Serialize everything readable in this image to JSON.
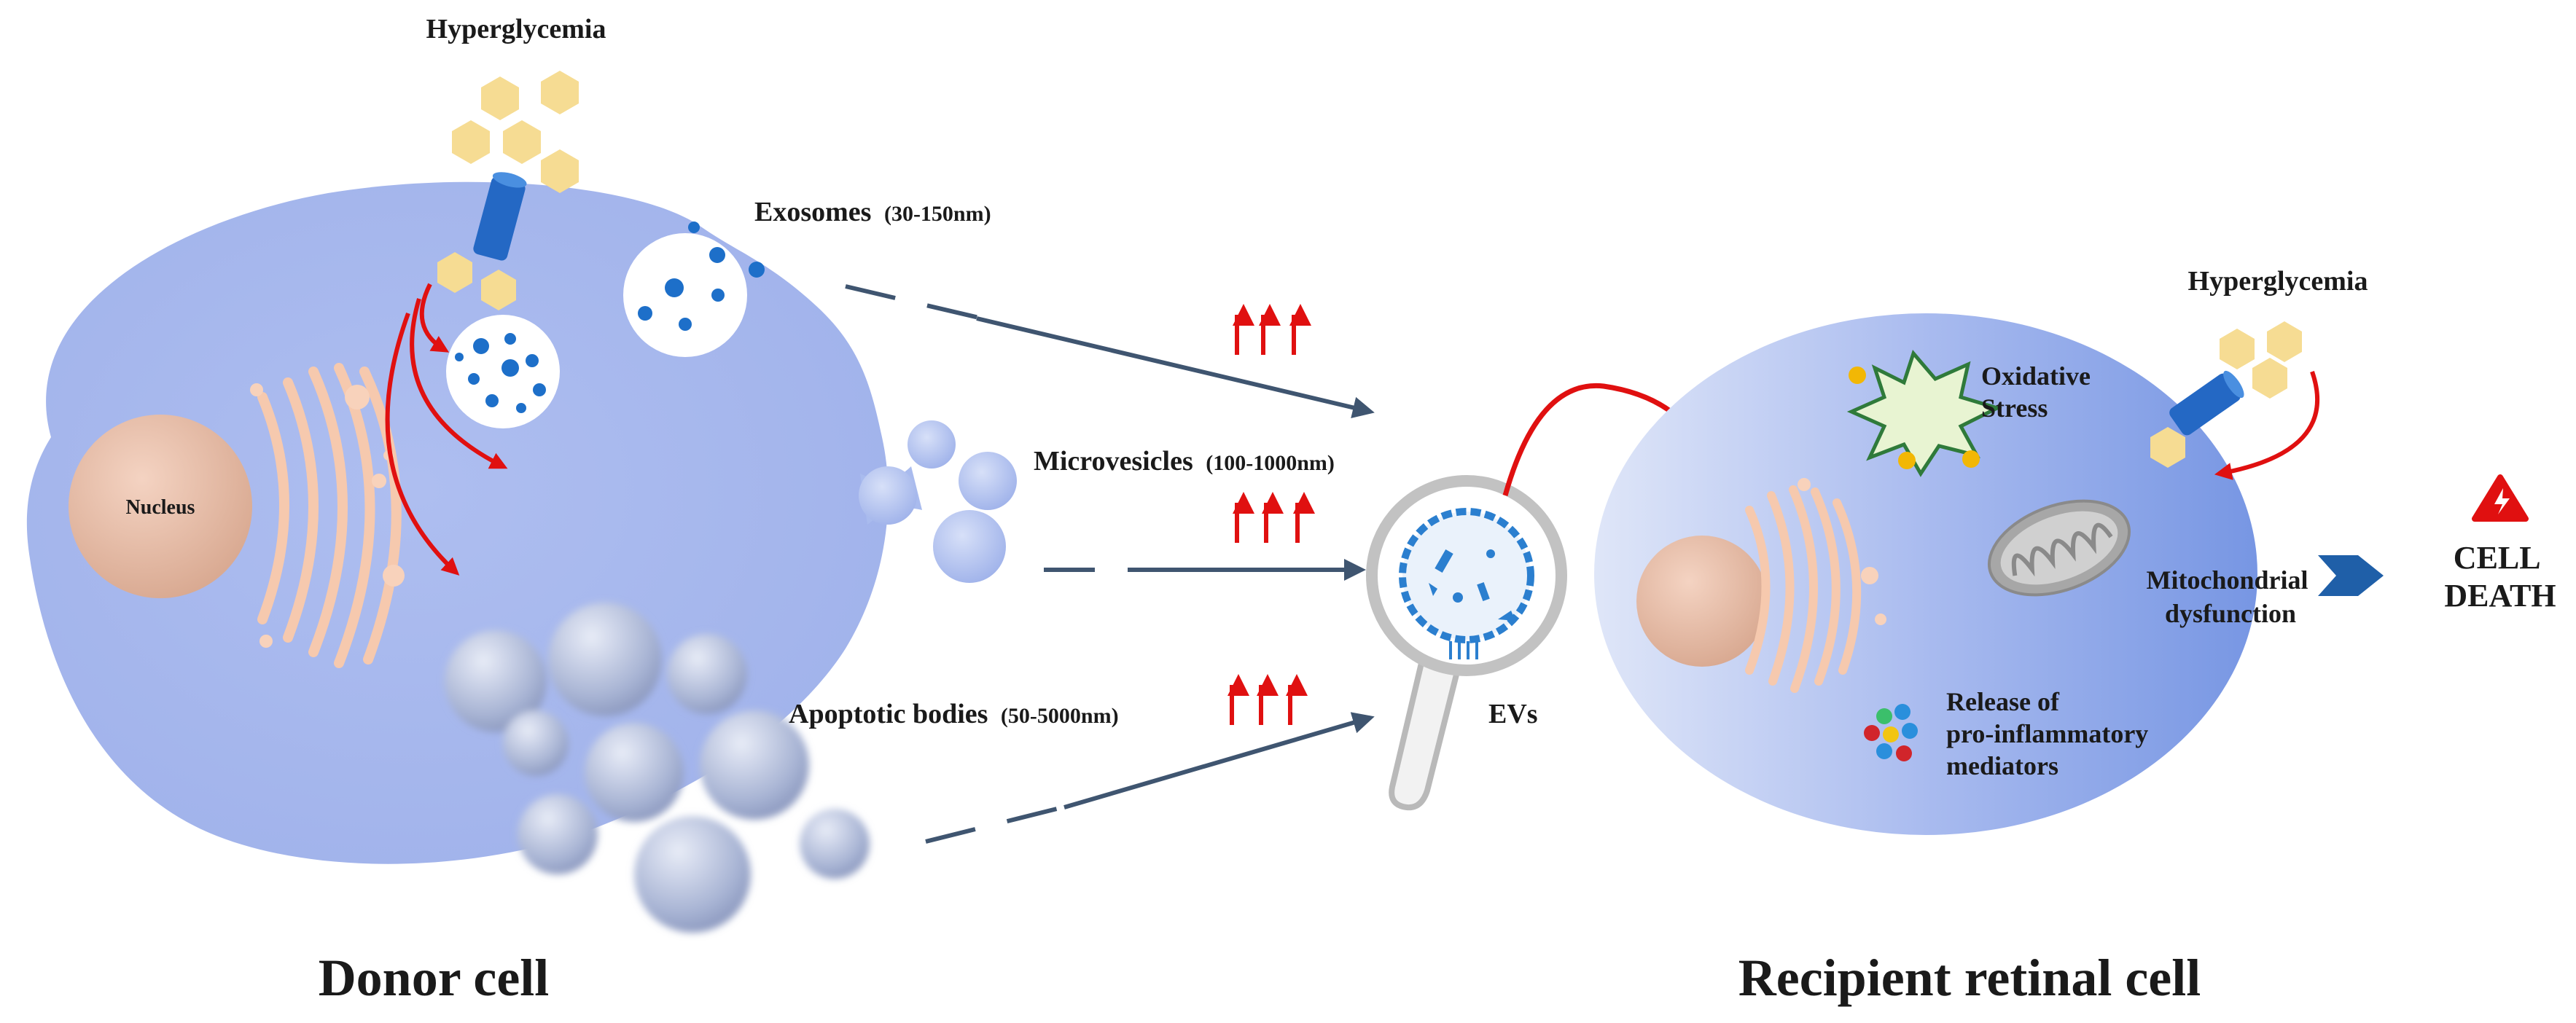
{
  "donor": {
    "hyperglycemia": "Hyperglycemia",
    "nucleus": "Nucleus",
    "title": "Donor cell"
  },
  "ev_types": {
    "exosomes": "Exosomes",
    "exosomes_size": "(30-150nm)",
    "microvesicles": "Microvesicles",
    "microvesicles_size": "(100-1000nm)",
    "apoptotic": "Apoptotic bodies",
    "apoptotic_size": "(50-5000nm)"
  },
  "evs_label": "EVs",
  "recipient": {
    "hyperglycemia": "Hyperglycemia",
    "oxidative_line1": "Oxidative",
    "oxidative_line2": "Stress",
    "mito_line1": "Mitochondrial",
    "mito_line2": "dysfunction",
    "release_line1": "Release of",
    "release_line2": "pro-inflammatory",
    "release_line3": "mediators",
    "title": "Recipient retinal cell"
  },
  "outcome": {
    "line1": "CELL",
    "line2": "DEATH"
  },
  "colors": {
    "cell_fill": "#a9b9ec",
    "cell_dark": "#7c97e2",
    "arrow_red": "#e01010",
    "connector": "#3f5570",
    "glucose": "#f6dc93",
    "vesicle_blue": "#1d6fc9",
    "transporter": "#2468c4"
  },
  "icons": {
    "glucose": "hexagon-icon",
    "transporter": "glucose-transporter-icon",
    "magnifier": "magnifying-glass-icon",
    "oxidative": "starburst-icon",
    "mitochondrion": "mitochondrion-icon",
    "warning": "warning-triangle-icon",
    "outcome_arrow": "chevron-arrow-icon"
  }
}
